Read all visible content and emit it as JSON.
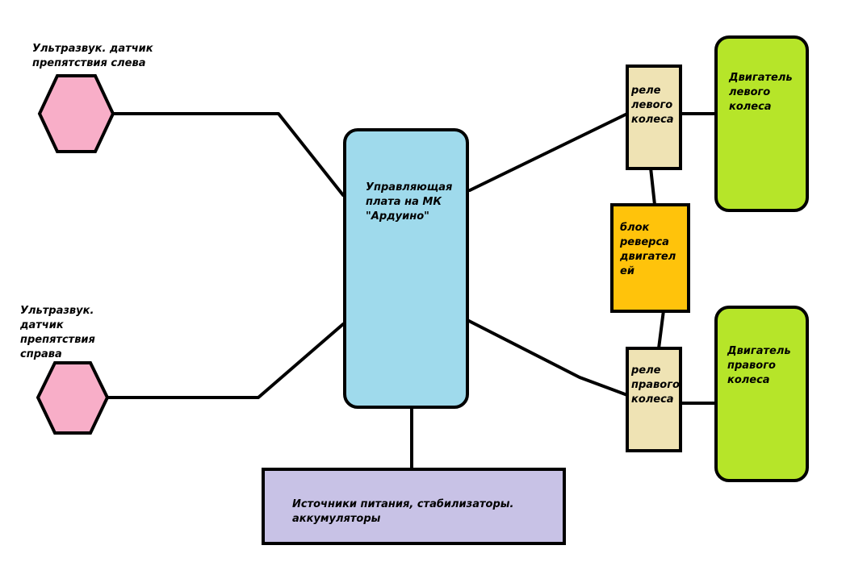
{
  "colors": {
    "sensor": "#f8aec8",
    "controller": "#9fdaec",
    "relay": "#efe3b4",
    "reverse": "#ffc30b",
    "motor": "#b6e529",
    "power": "#c8c2e6",
    "stroke": "#000000"
  },
  "nodes": {
    "sensor_left": {
      "lines": [
        "Ультразвук. датчик",
        "препятствия слева"
      ]
    },
    "sensor_right": {
      "lines": [
        "Ультразвук.",
        "датчик",
        "препятствия",
        "справа"
      ]
    },
    "controller": {
      "lines": [
        "Управляющая",
        "плата на МК",
        "\"Ардуино\""
      ]
    },
    "relay_left": {
      "lines": [
        "реле",
        "левого",
        "колеса"
      ]
    },
    "relay_right": {
      "lines": [
        "реле",
        "правого",
        "колеса"
      ]
    },
    "reverse_block": {
      "lines": [
        "блок",
        "реверса",
        "двигател",
        "ей"
      ]
    },
    "motor_left": {
      "lines": [
        "Двигатель",
        "левого",
        "колеса"
      ]
    },
    "motor_right": {
      "lines": [
        "Двигатель",
        "правого",
        "колеса"
      ]
    },
    "power": {
      "lines": [
        "Источники питания, стабилизаторы.",
        "аккумуляторы"
      ]
    }
  }
}
